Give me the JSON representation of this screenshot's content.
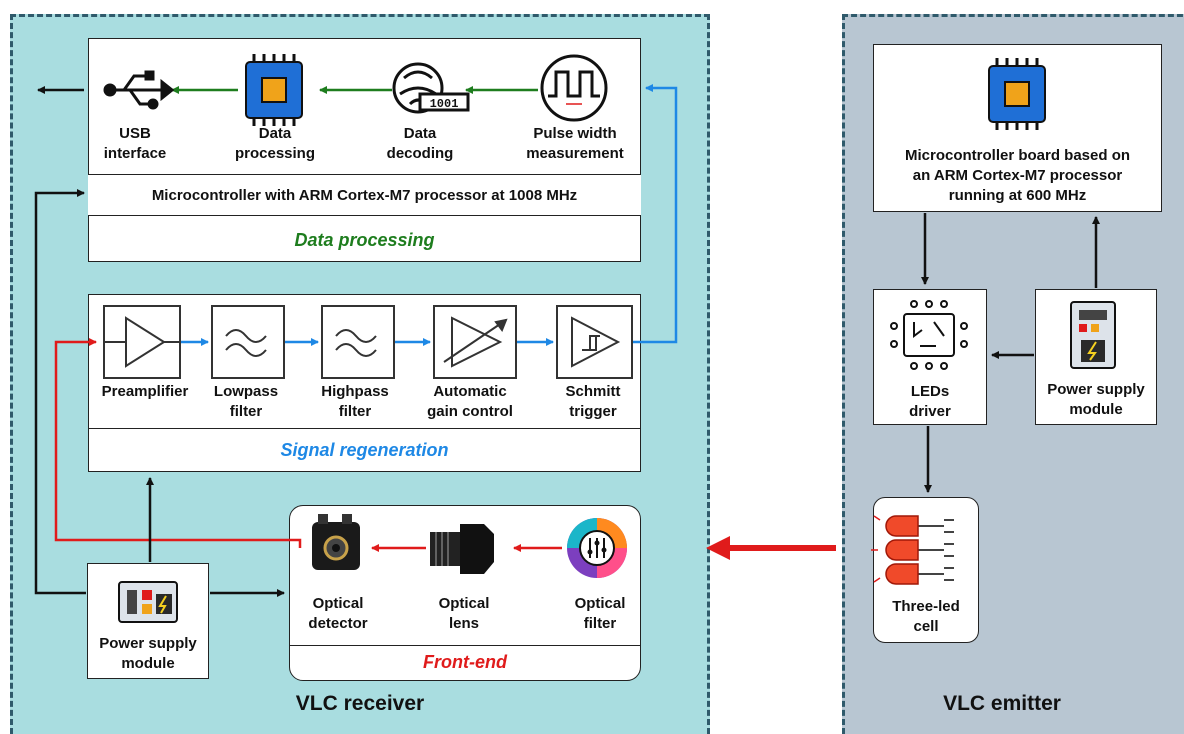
{
  "receiver": {
    "title": "VLC receiver",
    "data_processing": {
      "section_label": "Data processing",
      "mcu_caption": "Microcontroller with ARM Cortex-M7 processor at 1008 MHz",
      "stages": [
        "USB\ninterface",
        "Data\nprocessing",
        "Data\ndecoding",
        "Pulse width\nmeasurement"
      ]
    },
    "signal_regeneration": {
      "section_label": "Signal regeneration",
      "stages": [
        "Preamplifier",
        "Lowpass\nfilter",
        "Highpass\nfilter",
        "Automatic\ngain control",
        "Schmitt\ntrigger"
      ]
    },
    "front_end": {
      "section_label": "Front-end",
      "stages": [
        "Optical\ndetector",
        "Optical\nlens",
        "Optical\nfilter"
      ]
    },
    "power_supply": "Power supply\nmodule"
  },
  "emitter": {
    "title": "VLC emitter",
    "mcu_board": "Microcontroller board  based on\nan ARM Cortex-M7 processor\nrunning at 600 MHz",
    "leds_driver": "LEDs\ndriver",
    "power_supply": "Power supply\nmodule",
    "led_cell": "Three-led\ncell"
  },
  "colors": {
    "receiver_bg": "#a9dde0",
    "emitter_bg": "#b8c6d2",
    "dashed_border": "#2f5a6b",
    "green": "#1e7d1e",
    "blue": "#1e88e5",
    "red": "#e01b1b",
    "black": "#111111"
  },
  "icons": [
    "usb-icon",
    "chip-icon",
    "decoder-icon",
    "pulse-icon",
    "amplifier-icon",
    "lowpass-icon",
    "highpass-icon",
    "agc-icon",
    "schmitt-icon",
    "camera-icon",
    "lens-icon",
    "filter-icon",
    "power-icon",
    "led-driver-icon",
    "led-icon"
  ]
}
